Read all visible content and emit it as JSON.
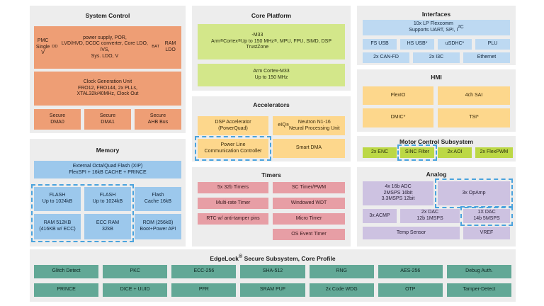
{
  "system_control": {
    "title": "System Control",
    "pmc": "PMC\nSingle V<sub>DD</sub> power supply, POR,\nLVD/HVD, DCDC converter, Core LDO, IVS,\nSys. LDO, V<sub>BAT</sub> RAM LDO",
    "cgu": "Clock Generation Unit\nFRO12, FRO144, 2x PLLs,\nXTAL32k/40MHz, Clock Out",
    "dma0": "Secure\nDMA0",
    "dma1": "Secure\nDMA1",
    "ahb": "Secure\nAHB Bus"
  },
  "memory": {
    "title": "Memory",
    "ext_flash": "External Octa/Quad Flash (XIP)\nFlexSPI + 16kB CACHE + PRINCE",
    "flash1": "FLASH\nUp to 1024kB",
    "flash2": "FLASH\nUp to 1024kB",
    "flash_cache": "Flash\nCache 16kB",
    "ram": "RAM 512KB\n(416KB w/ ECC)",
    "ecc_ram": "ECC RAM\n32kB",
    "rom": "ROM (256kB)\nBoot+Power API"
  },
  "core_platform": {
    "title": "Core Platform",
    "core1": "Arm<sup>®</sup> Cortex<sup>®</sup>-M33\nUp to 150  MHz\nTrustZone<sup>®</sup>, MPU, FPU, SIMD, DSP",
    "core2": "Arm Cortex-M33\nUp to 150  MHz"
  },
  "accelerators": {
    "title": "Accelerators",
    "dsp": "DSP Accelerator\n(PowerQuad)",
    "npu": "eIQ<sup>®</sup> Neutron N1-16\nNeural Processing Unit",
    "plu": "Power Line\nCommunication Controller",
    "sdma": "Smart DMA"
  },
  "timers": {
    "title": "Timers",
    "t1": "5x 32b Timers",
    "t2": "SC Timer/PWM",
    "t3": "Multi-rate Timer",
    "t4": "Windowed WDT",
    "t5": "RTC w/ anti-tamper pins",
    "t6": "Micro Timer",
    "t7": "OS Event Timer"
  },
  "interfaces": {
    "title": "Interfaces",
    "flexcomm": "10x LP Flexcomm\nSupports UART, SPI, I<sup>2</sup>C",
    "fsusb": "FS USB",
    "hsusb": "HS USB*",
    "usdhc": "uSDHC*",
    "plu": "PLU",
    "can": "2x CAN-FD",
    "i3c": "2x I3C",
    "eth": "Ethernet"
  },
  "hmi": {
    "title": "HMI",
    "flexio": "FlexIO",
    "sai": "4ch SAI",
    "dmic": "DMIC*",
    "tsi": "TSI*"
  },
  "motor": {
    "title": "Motor Control Subsystem",
    "enc": "2x ENC",
    "sinc": "SINC Filter",
    "aoi": "2x AOI",
    "pwm": "2x FlexPWM"
  },
  "analog": {
    "title": "Analog",
    "adc": "4x 16b ADC\n2MSPS 16bit\n3.3MSPS 12bit",
    "opamp": "3x OpAmp",
    "acmp": "3x ACMP",
    "dac12": "2x DAC\n12b 1MSPS",
    "dac14": "1X DAC\n14b 5MSPS",
    "temp": "Temp Sensor",
    "vref": "VREF"
  },
  "edgelock": {
    "title": "EdgeLock<sup>®</sup> Secure Subsystem, Core Profile",
    "items": [
      "Glitch Detect",
      "PKC",
      "ECC-256",
      "SHA-512",
      "RNG",
      "AES-256",
      "Debug Auth.",
      "PRINCE",
      "DICE + UUID",
      "PFR",
      "SRAM PUF",
      "2x Code WDG",
      "OTP",
      "Tamper-Detect"
    ]
  }
}
